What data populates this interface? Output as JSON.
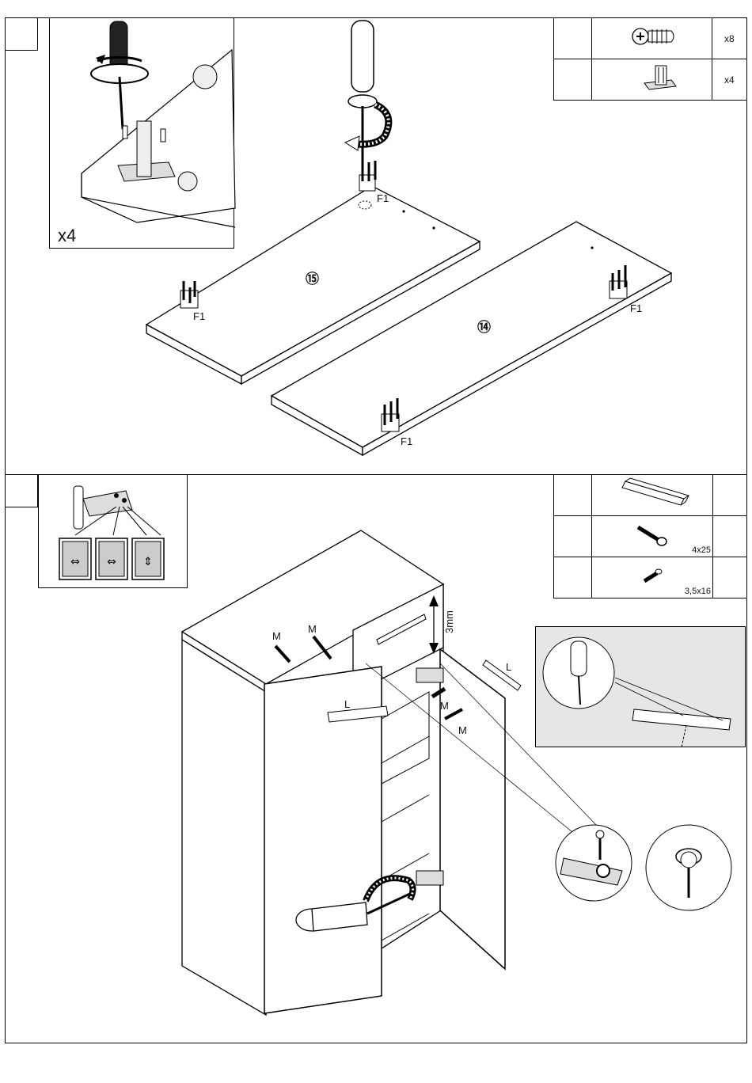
{
  "step1": {
    "inset_multiplier": "x4",
    "parts": [
      {
        "icon": "screw-dowel-icon",
        "qty": "x8"
      },
      {
        "icon": "hinge-plate-icon",
        "qty": "x4"
      }
    ],
    "panels": [
      {
        "number": "⑮"
      },
      {
        "number": "⑭"
      }
    ],
    "fitting_labels": [
      "F1",
      "F1",
      "F1",
      "F1"
    ]
  },
  "step2": {
    "parts": [
      {
        "icon": "handle-bar-icon",
        "size": ""
      },
      {
        "icon": "screw-large-icon",
        "size": "4x25"
      },
      {
        "icon": "screw-small-icon",
        "size": "3,5x16"
      }
    ],
    "gap_label": "3mm",
    "callouts": {
      "m1": "M",
      "m2": "M",
      "m3": "M",
      "m4": "M",
      "l1": "L",
      "l2": "L"
    }
  }
}
